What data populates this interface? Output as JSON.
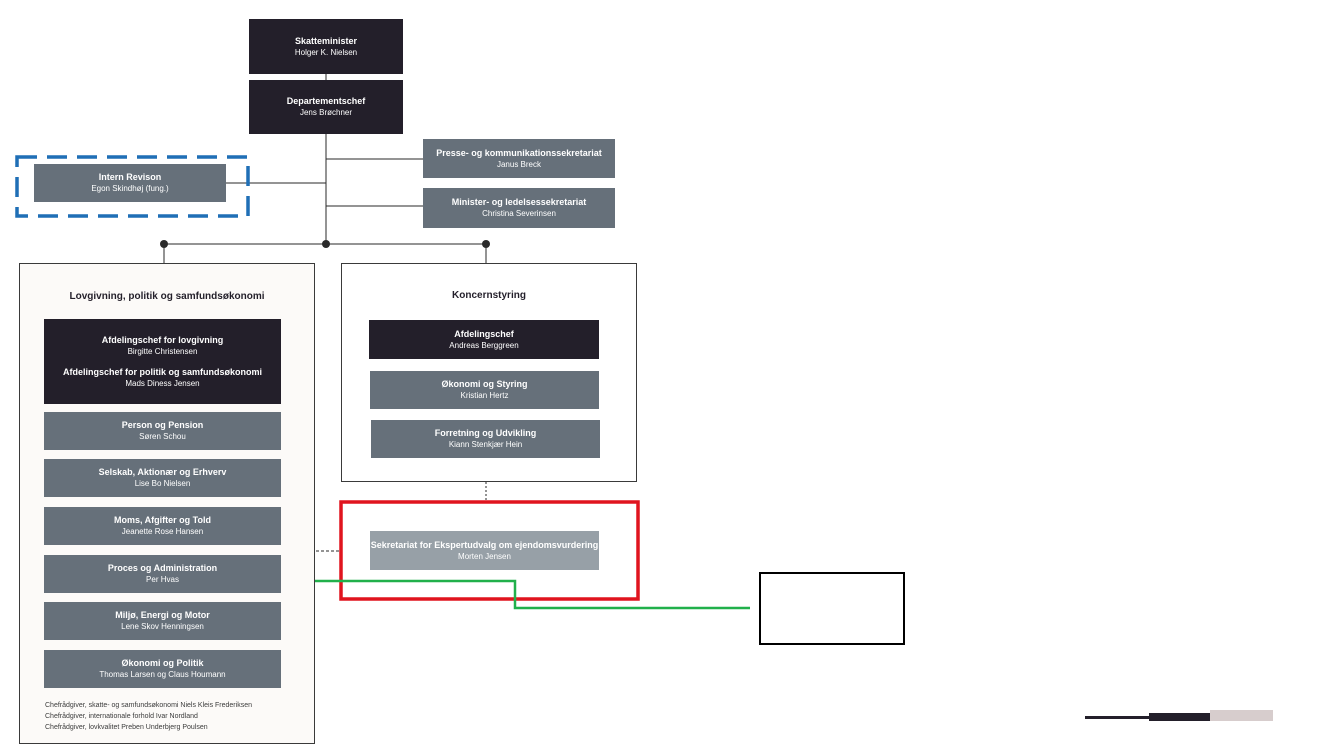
{
  "top": {
    "minister": {
      "title": "Skatteminister",
      "name": "Holger K. Nielsen"
    },
    "dept_chief": {
      "title": "Departementschef",
      "name": "Jens Brøchner"
    },
    "press": {
      "title": "Presse- og kommunikationssekretariat",
      "name": "Janus Breck"
    },
    "minister_office": {
      "title": "Minister- og ledelsessekretariat",
      "name": "Christina Severinsen"
    },
    "internal_audit": {
      "title": "Intern Revison",
      "name": "Egon Skindhøj (fung.)"
    }
  },
  "left_panel": {
    "title": "Lovgivning, politik og samfundsøkonomi",
    "heads": [
      {
        "title": "Afdelingschef for lovgivning",
        "name": "Birgitte Christensen"
      },
      {
        "title": "Afdelingschef for politik og samfundsøkonomi",
        "name": "Mads Diness Jensen"
      }
    ],
    "units": [
      {
        "title": "Person og Pension",
        "name": "Søren Schou"
      },
      {
        "title": "Selskab, Aktionær og Erhverv",
        "name": "Lise Bo Nielsen"
      },
      {
        "title": "Moms, Afgifter og Told",
        "name": "Jeanette Rose Hansen"
      },
      {
        "title": "Proces og Administration",
        "name": "Per Hvas"
      },
      {
        "title": "Miljø, Energi og Motor",
        "name": "Lene Skov Henningsen"
      },
      {
        "title": "Økonomi og Politik",
        "name": "Thomas Larsen og Claus Houmann"
      }
    ],
    "footnotes": [
      "Chefrådgiver, skatte- og samfundsøkonomi Niels Kleis Frederiksen",
      "Chefrådgiver, internationale forhold Ivar Nordland",
      "Chefrådgiver, lovkvalitet Preben Underbjerg Poulsen"
    ]
  },
  "right_panel": {
    "title": "Koncernstyring",
    "head": {
      "title": "Afdelingschef",
      "name": "Andreas Berggreen"
    },
    "units": [
      {
        "title": "Økonomi og Styring",
        "name": "Kristian Hertz"
      },
      {
        "title": "Forretning og Udvikling",
        "name": "Kiann Stenkjær Hein"
      }
    ]
  },
  "secretariat": {
    "title": "Sekretariat for Ekspertudvalg om ejendomsvurdering",
    "name": "Morten Jensen"
  },
  "colors": {
    "dark": "#231f2a",
    "gray": "#66707a",
    "light": "#97a0a7",
    "highlight_red": "#e0141e",
    "highlight_blue": "#1f6fb6",
    "arrow_green": "#21b04b"
  }
}
